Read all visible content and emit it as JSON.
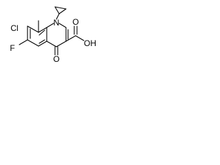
{
  "molecule": {
    "atoms": {
      "chlorine": "Cl",
      "fluorine": "F",
      "nitrogen": "N",
      "ketone_oxygen": "O",
      "carboxyl_oxygen_double": "O",
      "carboxyl_hydroxyl": "OH"
    }
  }
}
